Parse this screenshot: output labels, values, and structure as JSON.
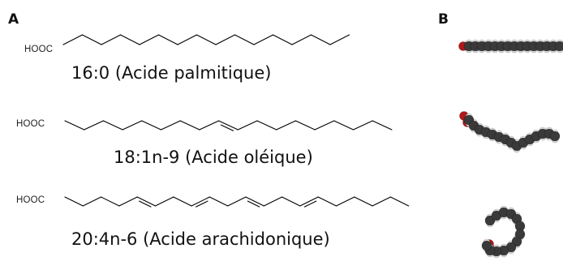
{
  "panels": {
    "a": "A",
    "b": "B"
  },
  "molecules": [
    {
      "head_group": "HOOC",
      "name": "16:0 (Acide palmitique)",
      "carbon_count": 16,
      "double_bond_positions": []
    },
    {
      "head_group": "HOOC",
      "name": "18:1n-9 (Acide oléique)",
      "carbon_count": 18,
      "double_bond_positions": [
        9
      ]
    },
    {
      "head_group": "HOOC",
      "name": "20:4n-6 (Acide arachidonique)",
      "carbon_count": 20,
      "double_bond_positions": [
        5,
        8,
        11,
        14
      ]
    }
  ],
  "colors": {
    "carbon": "#3a3a3a",
    "oxygen": "#b01818",
    "hydrogen": "#e8e8e8"
  }
}
